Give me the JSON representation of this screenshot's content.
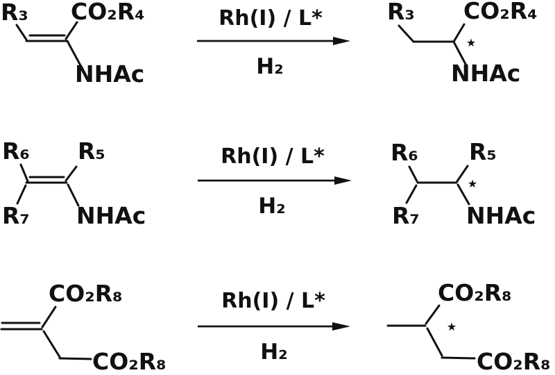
{
  "scheme": {
    "background_color": "#ffffff",
    "ink_color": "#111111",
    "reactions": [
      {
        "reactant": {
          "r_group": "R₃",
          "ester": "CO₂R₄",
          "amide": "NHAc"
        },
        "arrow": {
          "above": "Rh(I) / L*",
          "below": "H₂"
        },
        "product": {
          "r_group": "R₃",
          "ester": "CO₂R₄",
          "amide": "NHAc",
          "stereocenter_mark": "★"
        }
      },
      {
        "reactant": {
          "r_group_top_left": "R₆",
          "r_group_top_right": "R₅",
          "r_group_bottom_left": "R₇",
          "amide": "NHAc"
        },
        "arrow": {
          "above": "Rh(I) / L*",
          "below": "H₂"
        },
        "product": {
          "r_group_top_left": "R₆",
          "r_group_top_right": "R₅",
          "r_group_bottom_left": "R₇",
          "amide": "NHAc",
          "stereocenter_mark": "★"
        }
      },
      {
        "reactant": {
          "ester_top": "CO₂R₈",
          "ester_bottom": "CO₂R₈"
        },
        "arrow": {
          "above": "Rh(I) / L*",
          "below": "H₂"
        },
        "product": {
          "ester_top": "CO₂R₈",
          "ester_bottom": "CO₂R₈",
          "stereocenter_mark": "★"
        }
      }
    ]
  }
}
